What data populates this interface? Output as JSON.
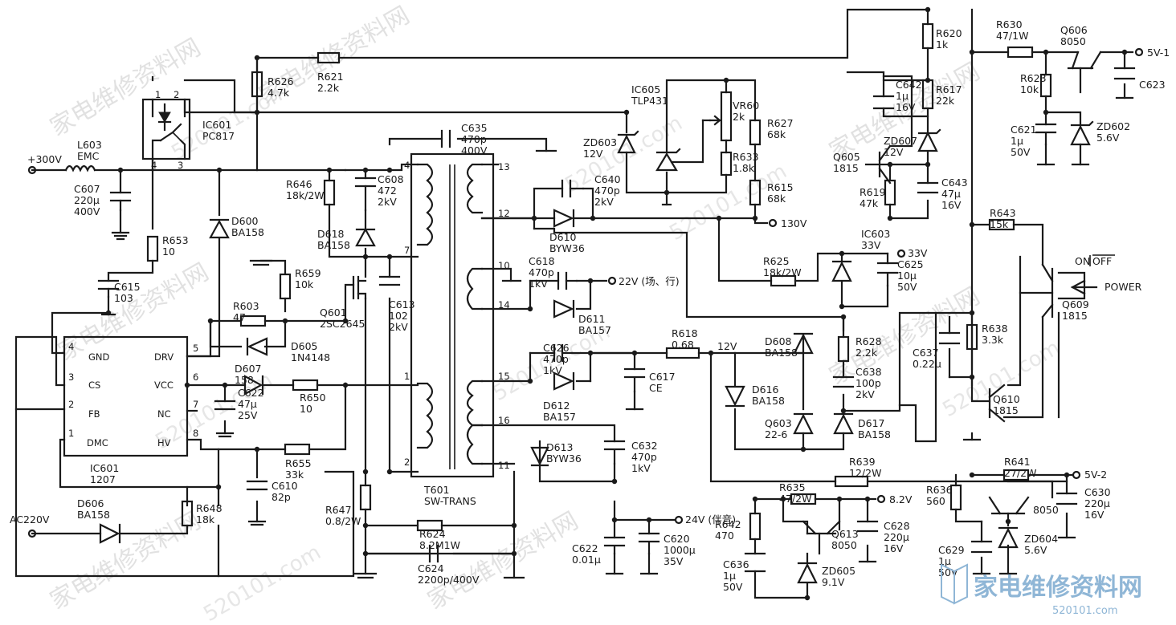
{
  "watermarks": {
    "site_cn": "家电维修资料网",
    "site_url": "520101.com"
  },
  "logo": {
    "text": "家电维修资料网",
    "url": "520101.com"
  },
  "nodes": {
    "in_300v": "+300V",
    "in_ac220v": "AC220V",
    "out_130v": "130V",
    "out_33v": "33V",
    "out_22v": "22V (场、行)",
    "out_24v": "24V (伴音)",
    "out_12v": "12V",
    "out_8v2": "8.2V",
    "out_5v1": "5V-1",
    "out_5v2": "5V-2",
    "power": "POWER",
    "on_label": "ON",
    "off_label": "OFF"
  },
  "parts": {
    "L603": [
      "L603",
      "EMC"
    ],
    "C607": [
      "C607",
      "220μ",
      "400V"
    ],
    "IC601": [
      "IC601",
      "PC817"
    ],
    "R626": [
      "R626",
      "4.7k"
    ],
    "R621": [
      "R621",
      "2.2k"
    ],
    "R653": [
      "R653",
      "10"
    ],
    "D600": [
      "D600",
      "BA158"
    ],
    "C615": [
      "C615",
      "103"
    ],
    "IC601b": [
      "IC601",
      "1207"
    ],
    "R646": [
      "R646",
      "18k/2W"
    ],
    "C608": [
      "C608",
      "472",
      "2kV"
    ],
    "D618": [
      "D618",
      "BA158"
    ],
    "R659": [
      "R659",
      "10k"
    ],
    "R603": [
      "R603",
      "47"
    ],
    "Q601": [
      "Q601",
      "2SC2645"
    ],
    "D605": [
      "D605",
      "1N4148"
    ],
    "D607": [
      "D607",
      "158"
    ],
    "C622a": [
      "C622",
      "47μ",
      "25V"
    ],
    "R650": [
      "R650",
      "10"
    ],
    "R655": [
      "R655",
      "33k"
    ],
    "C610": [
      "C610",
      "82p"
    ],
    "R648": [
      "R648",
      "18k"
    ],
    "D606": [
      "D606",
      "BA158"
    ],
    "C613": [
      "C613",
      "102",
      "2kV"
    ],
    "R647": [
      "R647",
      "0.8/2W"
    ],
    "C635": [
      "C635",
      "470p",
      "400V"
    ],
    "T601": [
      "T601",
      "SW-TRANS"
    ],
    "R624": [
      "R624",
      "8.2M1W"
    ],
    "C624": [
      "C624",
      "2200p/400V"
    ],
    "C640": [
      "C640",
      "470p",
      "2kV"
    ],
    "D610": [
      "D610",
      "BYW36"
    ],
    "C618": [
      "C618",
      "470p",
      "1kV"
    ],
    "D611": [
      "D611",
      "BA157"
    ],
    "C626": [
      "C626",
      "470p",
      "1kV"
    ],
    "D612": [
      "D612",
      "BA157"
    ],
    "C617": [
      "C617",
      "CE"
    ],
    "D613": [
      "D613",
      "BYW36"
    ],
    "C632": [
      "C632",
      "470p",
      "1kV"
    ],
    "C622b": [
      "C622",
      "0.01μ"
    ],
    "C620": [
      "C620",
      "1000μ",
      "35V"
    ],
    "IC605": [
      "IC605",
      "TLP431"
    ],
    "ZD603": [
      "ZD603",
      "12V"
    ],
    "VR60": [
      "VR60",
      "2k"
    ],
    "R627": [
      "R627",
      "68k"
    ],
    "R633": [
      "R633",
      "1.8k"
    ],
    "R615": [
      "R615",
      "68k"
    ],
    "R620": [
      "R620",
      "1k"
    ],
    "C642": [
      "C642",
      "1μ",
      "16V"
    ],
    "R617": [
      "R617",
      "22k"
    ],
    "ZD607": [
      "ZD607",
      "12V"
    ],
    "Q605": [
      "Q605",
      "1815"
    ],
    "R619": [
      "R619",
      "47k"
    ],
    "C643": [
      "C643",
      "47μ",
      "16V"
    ],
    "IC603": [
      "IC603",
      "33V"
    ],
    "R625": [
      "R625",
      "18k/2W"
    ],
    "C625": [
      "C625",
      "10μ",
      "50V"
    ],
    "R630": [
      "R630",
      "47/1W"
    ],
    "Q606": [
      "Q606",
      "8050"
    ],
    "R623": [
      "R623",
      "10k"
    ],
    "C623": [
      "C623"
    ],
    "C621": [
      "C621",
      "1μ",
      "50V"
    ],
    "ZD602": [
      "ZD602",
      "5.6V"
    ],
    "R643": [
      "R643",
      "15k"
    ],
    "Q609": [
      "Q609",
      "1815"
    ],
    "R618": [
      "R618",
      "0.68"
    ],
    "D608": [
      "D608",
      "BA158"
    ],
    "R628": [
      "R628",
      "2.2k"
    ],
    "C638": [
      "C638",
      "100p",
      "2kV"
    ],
    "D616": [
      "D616",
      "BA158"
    ],
    "Q603": [
      "Q603",
      "22-6"
    ],
    "D617": [
      "D617",
      "BA158"
    ],
    "C637": [
      "C637",
      "0.22μ"
    ],
    "R638": [
      "R638",
      "3.3k"
    ],
    "Q610": [
      "Q610",
      "1815"
    ],
    "R639": [
      "R639",
      "12/2W"
    ],
    "R641": [
      "R641",
      "27/2W"
    ],
    "R635": [
      "R635",
      "47/2W"
    ],
    "R642": [
      "R642",
      "470"
    ],
    "Q613": [
      "Q613",
      "8050"
    ],
    "C628": [
      "C628",
      "220μ",
      "16V"
    ],
    "C636": [
      "C636",
      "1μ",
      "50V"
    ],
    "ZD605": [
      "ZD605",
      "9.1V"
    ],
    "R636": [
      "R636",
      "560"
    ],
    "Q611": [
      "8050"
    ],
    "C629": [
      "C629",
      "1μ",
      "50V"
    ],
    "ZD604": [
      "ZD604",
      "5.6V"
    ],
    "C630": [
      "C630",
      "220μ",
      "16V"
    ]
  },
  "ic_pins": {
    "gnd": "GND",
    "drv": "DRV",
    "cs": "CS",
    "vcc": "VCC",
    "fb": "FB",
    "nc": "NC",
    "dmc": "DMC",
    "hv": "HV",
    "n4": "4",
    "n5": "5",
    "n3": "3",
    "n6": "6",
    "n2": "2",
    "n7": "7",
    "n1": "1",
    "n8": "8"
  },
  "opto_pins": {
    "p1": "1",
    "p2": "2",
    "p3": "3",
    "p4": "4"
  },
  "trans_pins": {
    "p4": "4",
    "p7": "7",
    "p1": "1",
    "p2": "2",
    "p13": "13",
    "p12": "12",
    "p10": "10",
    "p14": "14",
    "p15": "15",
    "p16": "16",
    "p11": "11"
  }
}
